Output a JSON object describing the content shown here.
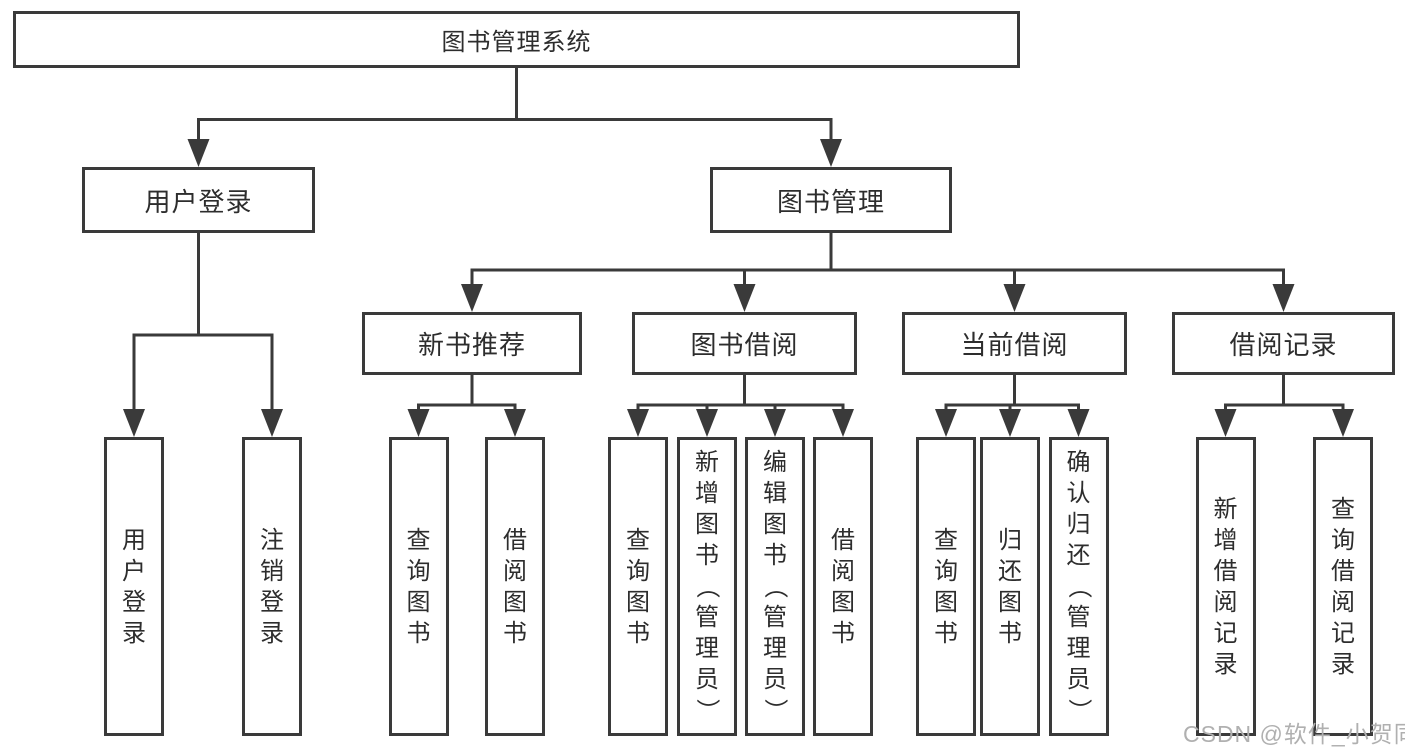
{
  "tree": {
    "root": {
      "label": "图书管理系统"
    },
    "children": [
      {
        "label": "用户登录",
        "children": [
          {
            "label": "用户登录"
          },
          {
            "label": "注销登录"
          }
        ]
      },
      {
        "label": "图书管理",
        "children": [
          {
            "label": "新书推荐",
            "children": [
              {
                "label": "查询图书"
              },
              {
                "label": "借阅图书"
              }
            ]
          },
          {
            "label": "图书借阅",
            "children": [
              {
                "label": "查询图书"
              },
              {
                "label": "新增图书（管理员）"
              },
              {
                "label": "编辑图书（管理员）"
              },
              {
                "label": "借阅图书"
              }
            ]
          },
          {
            "label": "当前借阅",
            "children": [
              {
                "label": "查询图书"
              },
              {
                "label": "归还图书"
              },
              {
                "label": "确认归还（管理员）"
              }
            ]
          },
          {
            "label": "借阅记录",
            "children": [
              {
                "label": "新增借阅记录"
              },
              {
                "label": "查询借阅记录"
              }
            ]
          }
        ]
      }
    ]
  },
  "watermark": {
    "text": "CSDN @软件_小贺同学"
  },
  "colors": {
    "line": "#3a3a3a",
    "text": "#2d2d2d",
    "watermark": "#b0b0b0",
    "background": "#ffffff"
  }
}
